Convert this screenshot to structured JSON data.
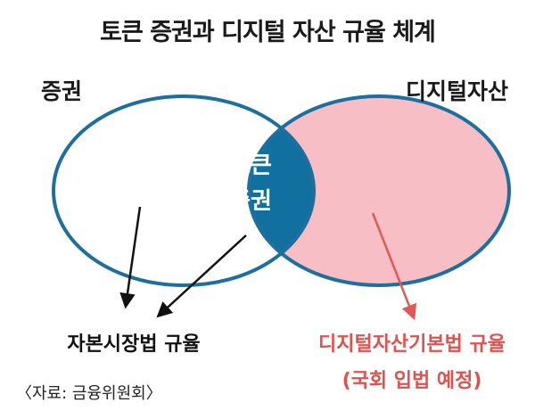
{
  "title": "토큰 증권과 디지털 자산 규율 체계",
  "sets": {
    "left_label": "증권",
    "right_label": "디지털자산",
    "intersection_line1": "토큰",
    "intersection_line2": "증권"
  },
  "outcomes": {
    "left_law": "자본시장법 규율",
    "right_law": "디지털자산기본법 규율",
    "right_law_note": "(국회 입법 예정)"
  },
  "source": "〈자료: 금융위원회〉",
  "colors": {
    "outline": "#1d6f9e",
    "intersection": "#11709f",
    "right_fill": "#f7bec6",
    "left_fill": "#ffffff",
    "red_text": "#e3514e",
    "red_arrow": "#e05a55",
    "black": "#111111"
  }
}
